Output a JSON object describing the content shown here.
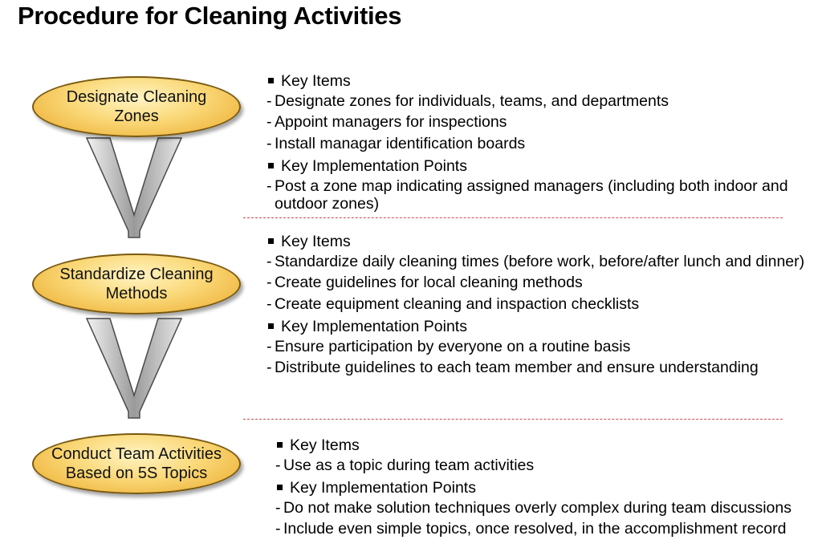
{
  "title": "Procedure for Cleaning Activities",
  "steps": [
    {
      "label": "Designate Cleaning\nZones",
      "key_items_label": "Key Items",
      "key_items": [
        "Designate zones for individuals, teams, and departments",
        "Appoint managers for inspections",
        "Install managar identification boards"
      ],
      "impl_label": "Key Implementation Points",
      "impl_points": [
        "Post a zone map indicating assigned managers (including both indoor and outdoor zones)"
      ]
    },
    {
      "label": "Standardize Cleaning\nMethods",
      "key_items_label": "Key Items",
      "key_items": [
        "Standardize daily cleaning times (before work, before/after lunch and dinner)",
        "Create guidelines for local cleaning methods",
        "Create equipment cleaning and inspaction checklists"
      ],
      "impl_label": "Key Implementation Points",
      "impl_points": [
        "Ensure participation by everyone on a routine basis",
        "Distribute guidelines to each team member and ensure understanding"
      ]
    },
    {
      "label": "Conduct Team Activities\nBased on 5S Topics",
      "key_items_label": "Key Items",
      "key_items": [
        "Use as a topic during team activities"
      ],
      "impl_label": "Key Implementation Points",
      "impl_points": [
        "Do not make solution techniques overly complex during team discussions",
        "Include even simple topics, once resolved, in the accomplishment record"
      ]
    }
  ]
}
